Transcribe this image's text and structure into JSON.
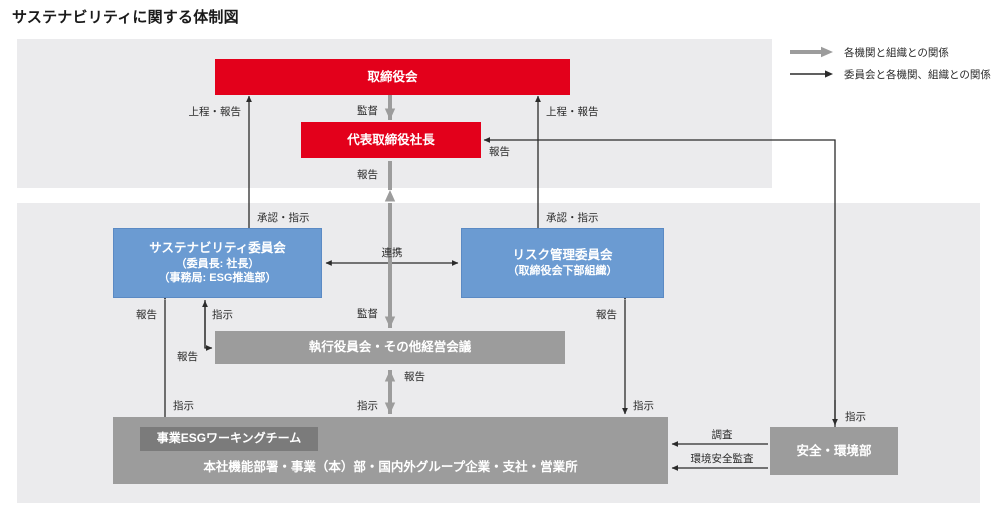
{
  "page": {
    "title": "サステナビリティに関する体制図"
  },
  "legend": {
    "items": [
      {
        "label": "各機関と組織との関係",
        "color": "#9c9c9c",
        "style": "thick-grey"
      },
      {
        "label": "委員会と各機関、組織との関係",
        "color": "#2b2b2b",
        "style": "thin-black"
      }
    ]
  },
  "boxes": {
    "board": {
      "line1": "取締役会",
      "line2": "",
      "color": "#e3001b"
    },
    "president": {
      "line1": "代表取締役社長",
      "line2": "",
      "color": "#e3001b"
    },
    "sustainability": {
      "line1": "サステナビリティ委員会",
      "line2": "（委員長: 社長）",
      "line3": "（事務局: ESG推進部）",
      "color": "#6b9bd2"
    },
    "risk": {
      "line1": "リスク管理委員会",
      "line2": "（取締役会下部組織）",
      "color": "#6b9bd2"
    },
    "executive": {
      "line1": "執行役員会・その他経営会議",
      "color": "#9c9c9c"
    },
    "working_team": {
      "line1": "事業ESGワーキングチーム",
      "color": "#7b7b7b"
    },
    "organizations": {
      "line1": "本社機能部署・事業（本）部・国内外グループ企業・支社・営業所",
      "color": "#9c9c9c"
    },
    "safety": {
      "line1": "安全・環境部",
      "color": "#9c9c9c"
    }
  },
  "edges": {
    "board_to_president": "監督",
    "president_to_board": "報告",
    "sus_to_board": "上程・報告",
    "risk_to_board": "上程・報告",
    "board_to_sus": "承認・指示",
    "board_to_risk": "承認・指示",
    "safety_to_president": "報告",
    "sus_risk_link": "連携",
    "president_exec_supervise": "監督",
    "exec_to_president": "報告",
    "sus_to_exec_instruct": "指示",
    "exec_to_sus_report": "報告",
    "sus_org_report": "報告",
    "sus_org_instruct": "指示",
    "risk_org_report": "報告",
    "risk_org_instruct": "指示",
    "exec_org_report": "報告",
    "exec_org_instruct": "指示",
    "safety_survey": "調査",
    "safety_audit": "環境安全監査",
    "president_to_safety": "指示"
  }
}
